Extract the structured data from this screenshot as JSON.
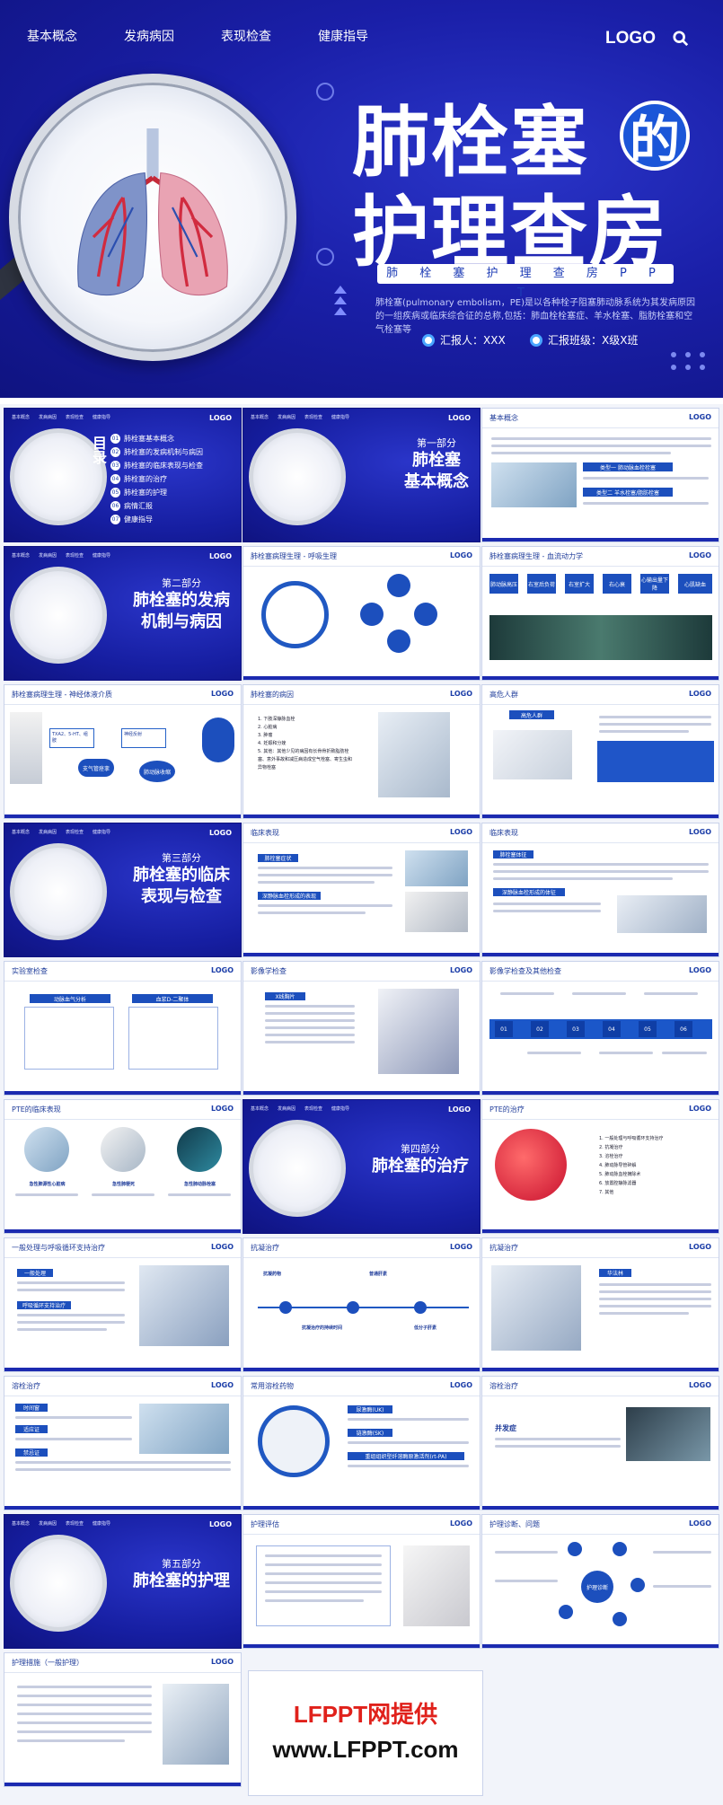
{
  "hero": {
    "nav": [
      "基本概念",
      "发病病因",
      "表现检查",
      "健康指导"
    ],
    "logo": "LOGO",
    "title_line1": "肺栓塞",
    "title_de": "的",
    "title_line2": "护理查房",
    "subtitle": "肺 栓 塞 护 理 查 房 P P T",
    "description": "肺栓塞(pulmonary embolism，PE)是以各种栓子阻塞肺动脉系统为其发病原因的一组疾病或临床综合征的总称,包括：肺血栓栓塞症、羊水栓塞、脂肪栓塞和空气栓塞等",
    "reporter": "汇报人：XXX",
    "group": "汇报班级：X级X班"
  },
  "slides": {
    "mini_logo": "LOGO",
    "mini_nav": [
      "基本概念",
      "发病病因",
      "表现检查",
      "健康指导"
    ],
    "toc": {
      "title": "目录",
      "items": [
        "肺栓塞基本概念",
        "肺栓塞的发病机制与病因",
        "肺栓塞的临床表现与检查",
        "肺栓塞的治疗",
        "肺栓塞的护理",
        "病情汇报",
        "健康指导"
      ],
      "nums": [
        "01",
        "02",
        "03",
        "04",
        "05",
        "06",
        "07"
      ]
    },
    "part1": {
      "n": "第一部分",
      "b1": "肺栓塞",
      "b2": "基本概念"
    },
    "basic": {
      "t": "基本概念",
      "tag1": "类型一 肺动脉血栓栓塞",
      "tag2": "类型二 羊水栓塞/脂肪栓塞"
    },
    "part2": {
      "n": "第二部分",
      "b1": "肺栓塞的发病",
      "b2": "机制与病因"
    },
    "s5": {
      "t": "肺栓塞病理生理 - 呼吸生理"
    },
    "s6": {
      "t": "肺栓塞病理生理 - 血流动力学",
      "steps": [
        "肺动脉高压",
        "右室后负荷",
        "右室扩大",
        "右心衰",
        "心输出量下降",
        "心肌缺血"
      ]
    },
    "s7": {
      "t": "肺栓塞病理生理 - 神经体液介质",
      "c1": "TXA2、5-HT、组胺",
      "c2": "神经反射",
      "c3": "支气管痉挛",
      "c4": "肺动脉收缩"
    },
    "s8": {
      "t": "肺栓塞的病因",
      "items": [
        "1. 下肢深静脉血栓",
        "2. 心脏病",
        "3. 肿瘤",
        "4. 妊娠和分娩",
        "5. 其他：其他少见的病因有长骨骨折致脂肪栓塞、意外事故和减压病造成空气栓塞、寄生虫和异物栓塞"
      ]
    },
    "s9": {
      "t": "高危人群",
      "tag": "高危人群"
    },
    "part3": {
      "n": "第三部分",
      "b1": "肺栓塞的临床",
      "b2": "表现与检查"
    },
    "s11": {
      "t": "临床表现",
      "tag1": "肺栓塞症状",
      "tag2": "深静脉血栓形成的表现"
    },
    "s12": {
      "t": "临床表现",
      "tag1": "肺栓塞体征",
      "tag2": "深静脉血栓形成的体征"
    },
    "s13": {
      "t": "实验室检查",
      "tag1": "动脉血气分析",
      "tag2": "血浆D-二聚体"
    },
    "s14": {
      "t": "影像学检查",
      "tag": "X线胸片"
    },
    "s15": {
      "t": "影像学检查及其他检查",
      "steps": [
        "01",
        "02",
        "03",
        "04",
        "05",
        "06"
      ]
    },
    "s16": {
      "t": "PTE的临床表现",
      "labels": [
        "急性肺源性心脏病",
        "急性肺梗死",
        "急性肺动脉栓塞"
      ]
    },
    "part4": {
      "n": "第四部分",
      "b": "肺栓塞的治疗"
    },
    "s18": {
      "t": "PTE的治疗",
      "items": [
        "1. 一般处理与呼吸循环支持治疗",
        "2. 抗凝治疗",
        "3. 溶栓治疗",
        "4. 肺动脉导管碎解",
        "5. 肺动脉血栓摘除术",
        "6. 放置腔静脉滤器",
        "7. 其他"
      ]
    },
    "s19": {
      "t": "一般处理与呼吸循环支持治疗",
      "tag1": "一般处理",
      "tag2": "呼吸循环支持治疗"
    },
    "s20": {
      "t": "抗凝治疗",
      "labels": [
        "抗凝药物",
        "普通肝素",
        "抗凝治疗的持续时间",
        "低分子肝素"
      ]
    },
    "s21": {
      "t": "抗凝治疗",
      "tag": "华法林"
    },
    "s22": {
      "t": "溶栓治疗",
      "tags": [
        "时间窗",
        "适应证",
        "禁忌证"
      ]
    },
    "s23": {
      "t": "常用溶栓药物",
      "tags": [
        "尿激酶(UK)",
        "链激酶(SK)",
        "重组组织型纤溶酶原激活剂(rt-PA)"
      ]
    },
    "s24": {
      "t": "溶栓治疗",
      "tag": "并发症"
    },
    "part5": {
      "n": "第五部分",
      "b": "肺栓塞的护理"
    },
    "s26": {
      "t": "护理评估"
    },
    "s27": {
      "t": "护理诊断、问题",
      "center": "护理诊断"
    },
    "s28": {
      "t": "护理措施（一般护理）"
    }
  },
  "brand": {
    "line1": "LFPPT网提供",
    "line2": "www.LFPPT.com"
  }
}
